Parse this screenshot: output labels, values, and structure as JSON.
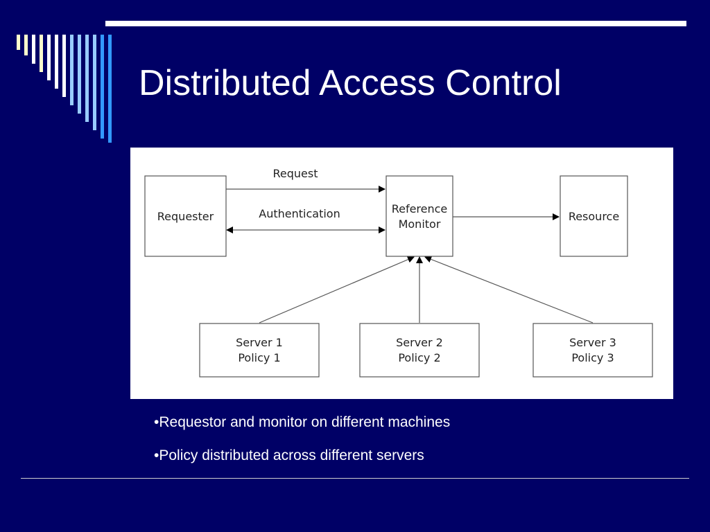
{
  "slide": {
    "title": "Distributed Access Control",
    "background_color": "#000066",
    "accent_colors": [
      "#ffffcc",
      "#ffffff",
      "#99ccff",
      "#3399ff"
    ]
  },
  "diagram": {
    "nodes": {
      "requester": [
        "Requester"
      ],
      "monitor": [
        "Reference",
        "Monitor"
      ],
      "resource": [
        "Resource"
      ],
      "server1": [
        "Server 1",
        "Policy 1"
      ],
      "server2": [
        "Server 2",
        "Policy 2"
      ],
      "server3": [
        "Server 3",
        "Policy 3"
      ]
    },
    "edges": {
      "request": "Request",
      "authentication": "Authentication"
    }
  },
  "bullets": [
    "•Requestor and monitor on different machines",
    "•Policy distributed across different servers"
  ]
}
